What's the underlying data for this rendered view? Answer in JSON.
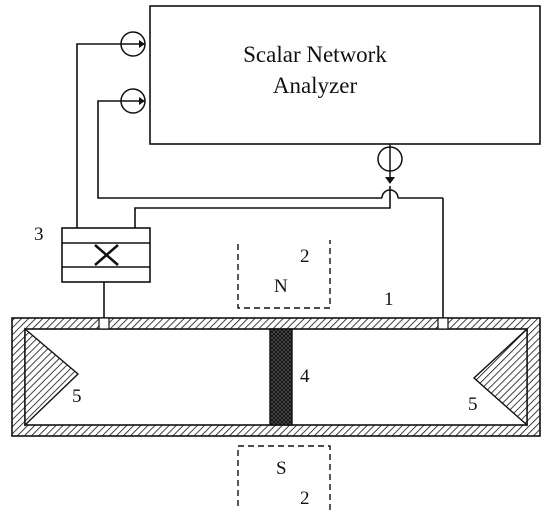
{
  "analyzer": {
    "line1": "Scalar Network",
    "line2": "Analyzer"
  },
  "labels": {
    "coupler": "3",
    "magnet_top_number": "2",
    "magnet_top_pole": "N",
    "waveguide": "1",
    "sample": "4",
    "load_left": "5",
    "load_right": "5",
    "magnet_bottom_pole": "S",
    "magnet_bottom_number": "2"
  },
  "colors": {
    "ink": "#111111",
    "background": "#ffffff"
  }
}
